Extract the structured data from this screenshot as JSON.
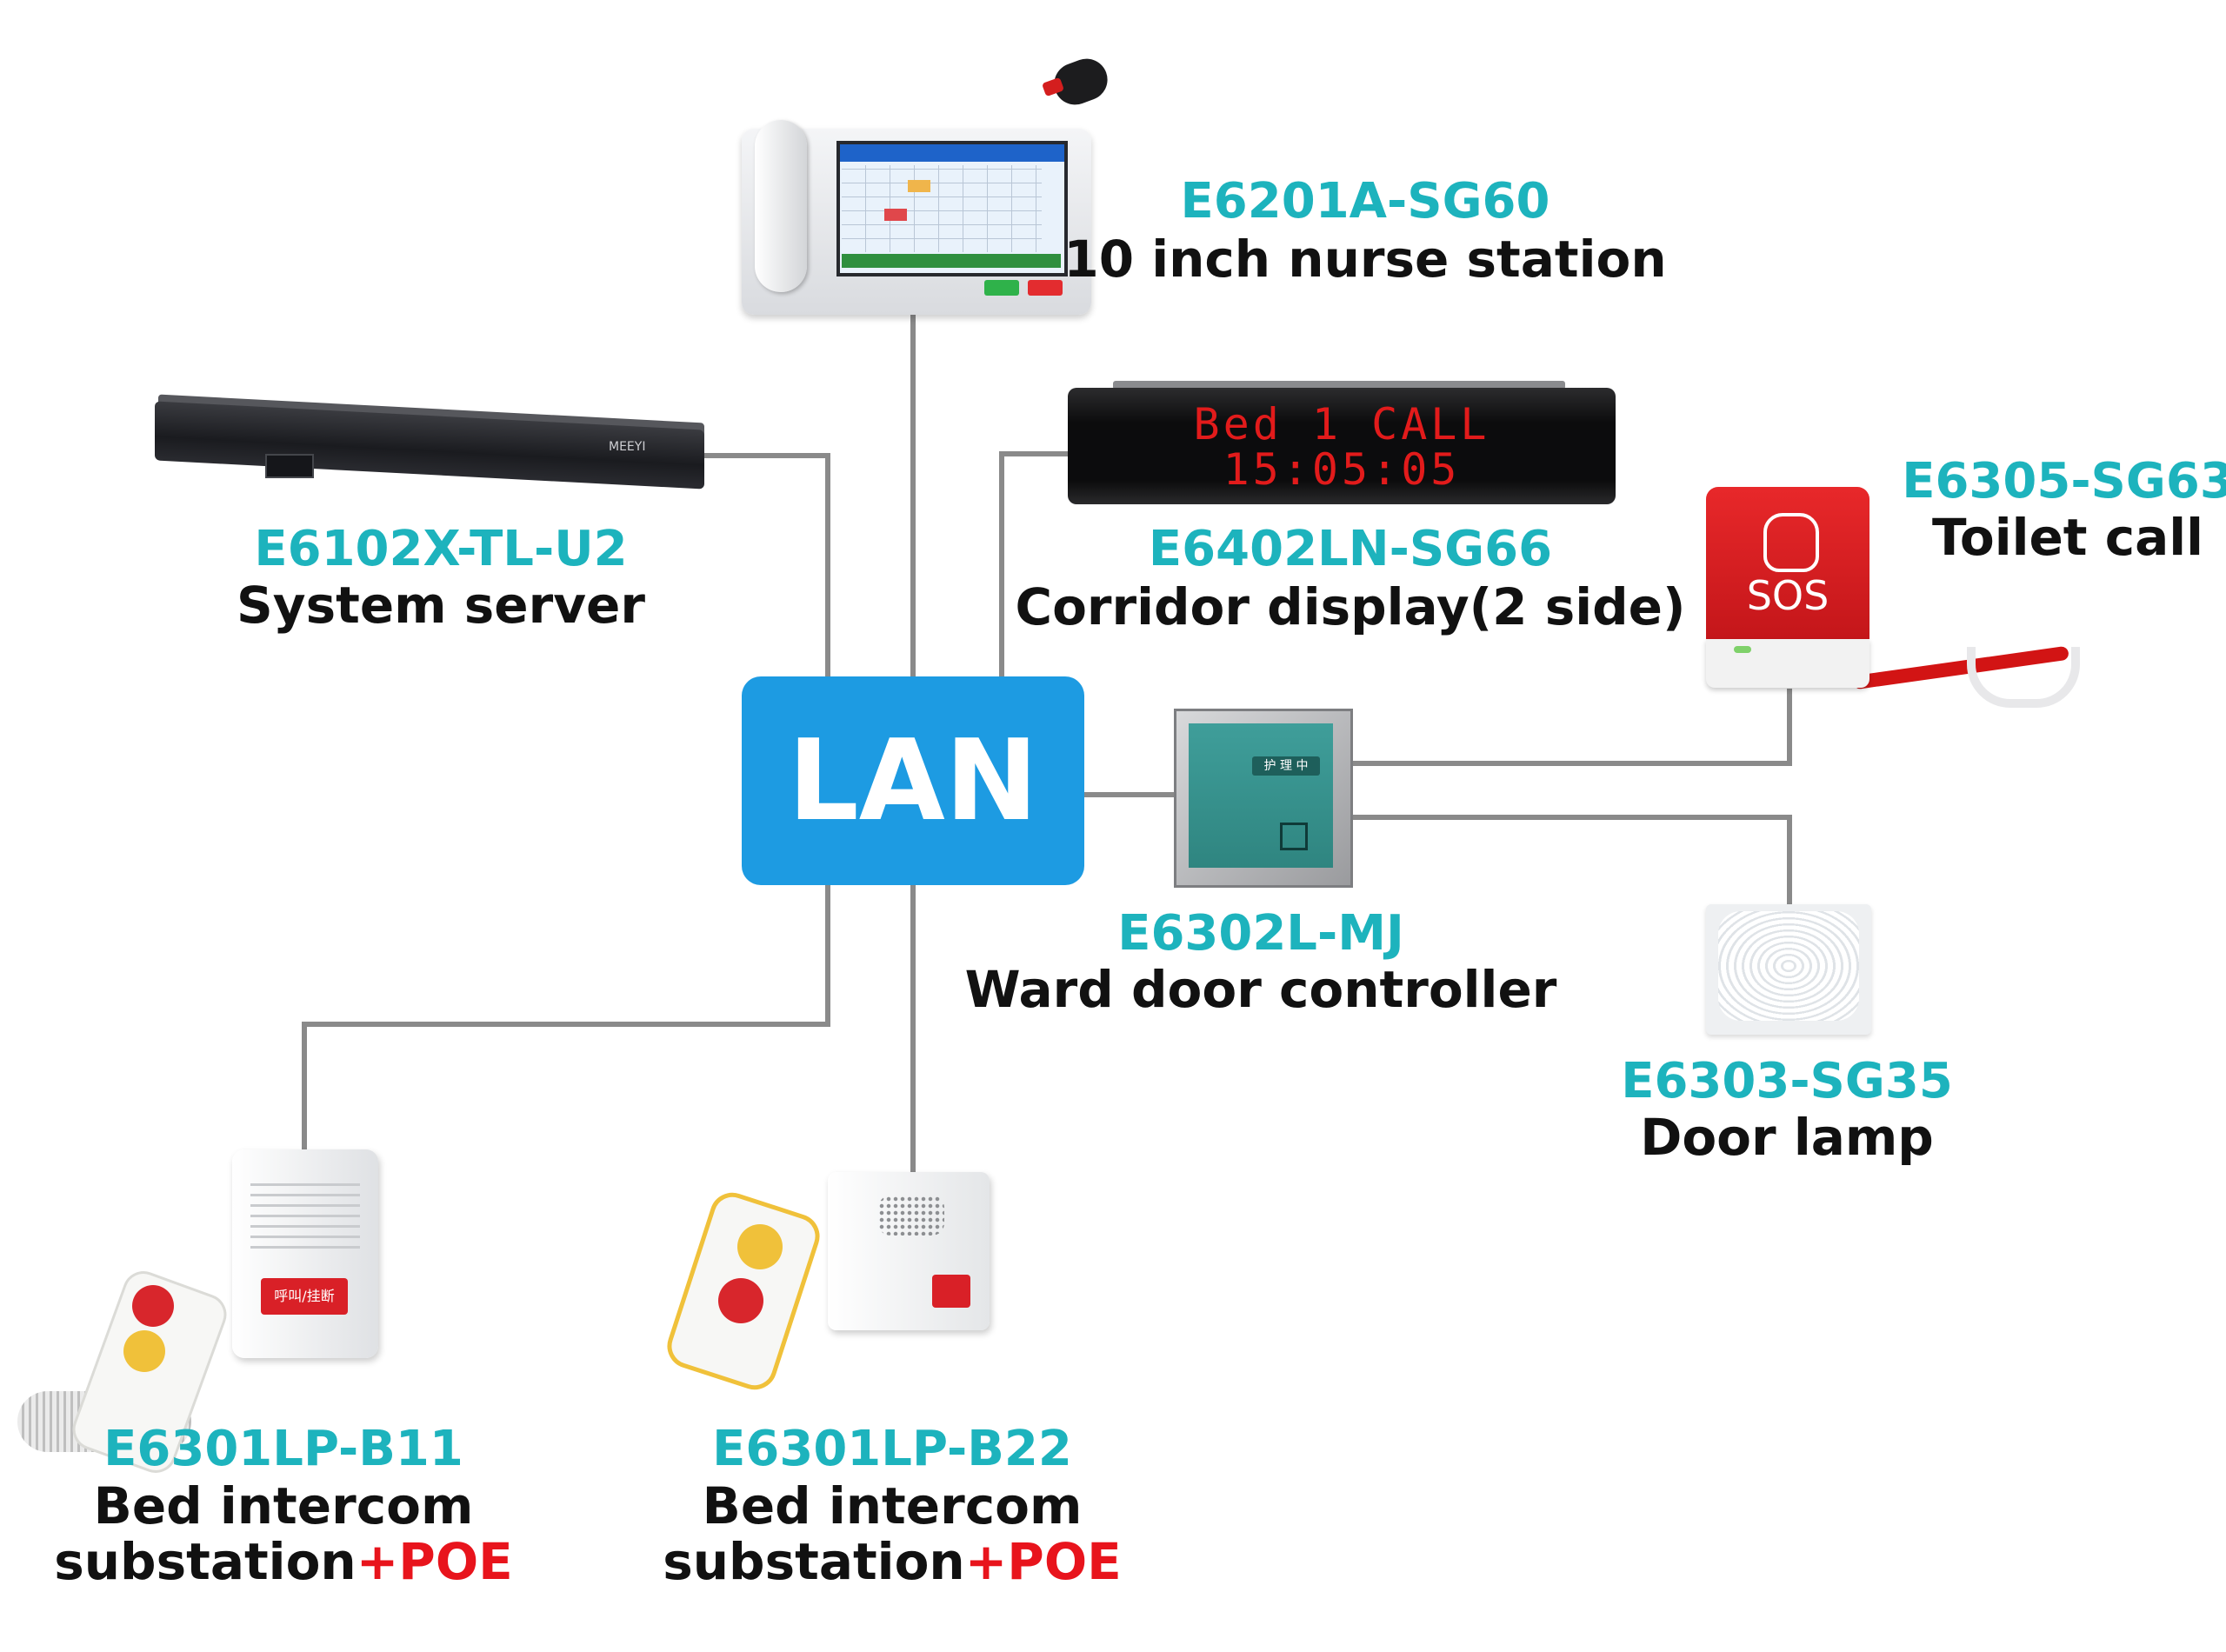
{
  "colors": {
    "model_text": "#1db3bd",
    "desc_text": "#111111",
    "poe_text": "#e8141c",
    "lan_box": "#1d9be2",
    "wire": "#8a8a8a"
  },
  "hub": {
    "label": "LAN"
  },
  "devices": {
    "nurse_station": {
      "model": "E6201A-SG60",
      "name": "10 inch nurse station"
    },
    "server": {
      "model": "E6102X-TL-U2",
      "name": "System server",
      "brand": "MEEYI"
    },
    "corridor_display": {
      "model": "E6402LN-SG66",
      "name": "Corridor display(2 side)",
      "screen_line1": "Bed 1 CALL",
      "screen_line2": "15:05:05"
    },
    "toilet_call": {
      "model": "E6305-SG63",
      "name": "Toilet call",
      "button_text": "SOS"
    },
    "ward_door_controller": {
      "model": "E6302L-MJ",
      "name": "Ward door controller",
      "screen_text": "护 理 中"
    },
    "door_lamp": {
      "model": "E6303-SG35",
      "name": "Door lamp"
    },
    "bed_b11": {
      "model": "E6301LP-B11",
      "name_line1": "Bed intercom",
      "name_line2": "substation",
      "suffix": "+POE",
      "button_text": "呼叫/挂断"
    },
    "bed_b22": {
      "model": "E6301LP-B22",
      "name_line1": "Bed intercom",
      "name_line2": "substation",
      "suffix": "+POE"
    }
  }
}
